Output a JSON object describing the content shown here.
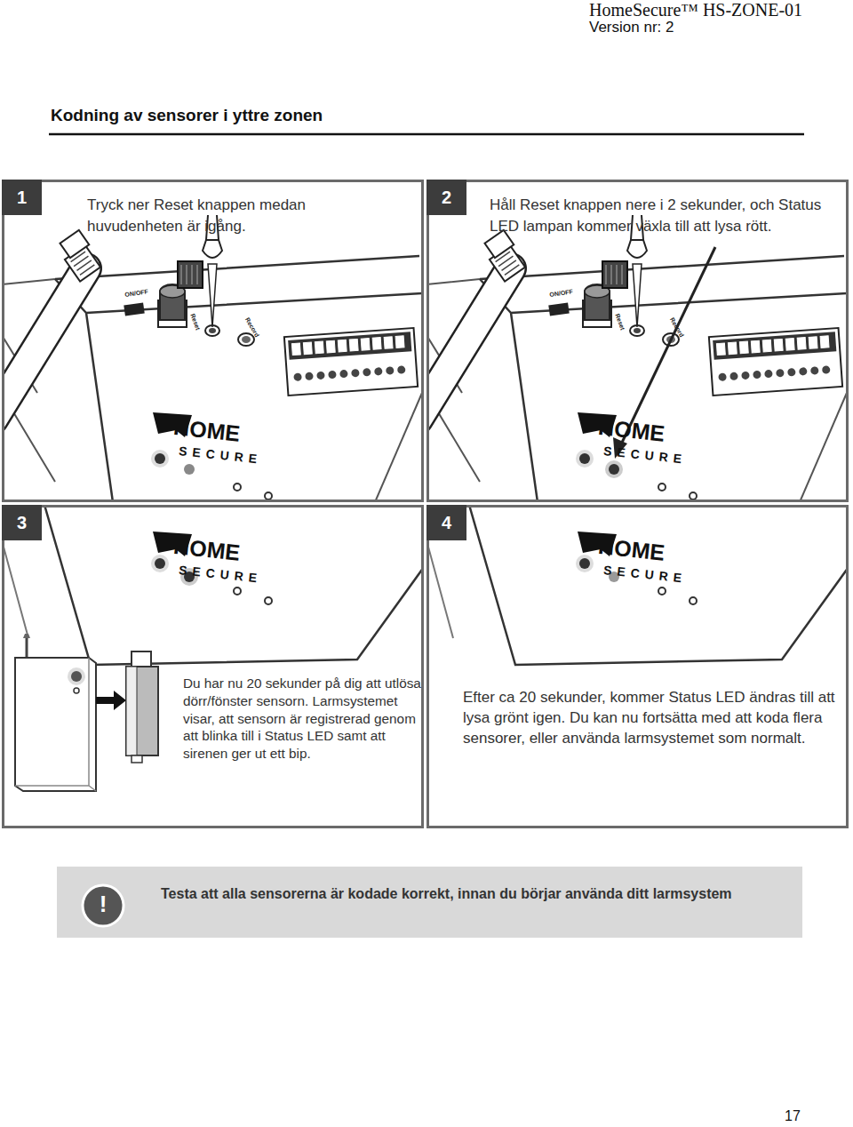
{
  "diagram": {
    "title": "Kodning av sensorer i yttre zonen",
    "nodes": [
      {
        "text": [
          "1",
          "Tryck ner Reset knappen medan huvudenheten är igång."
        ]
      },
      {
        "text": [
          "2",
          "Håll Reset knappen nere i 2 sekunder, och Status LED lampan kommer växla till att lysa rött."
        ]
      },
      {
        "text": [
          "3",
          "Du har nu 20 sekunder på dig att utlösa dörr/fönster sensorn. Larmsystemet visar, att sensorn är registrerad genom att blinka till i Status LED samt att sirenen ger ut ett bip."
        ]
      },
      {
        "text": [
          "4",
          "Efter ca 20 sekunder, kommer Status LED ändras till att lysa grönt igen. Du kan nu fortsätta med att koda flera sensorer, eller använda larmsystemet som normalt."
        ]
      },
      {
        "text": [
          "Testa att alla sensorerna är kodade korrekt, innan du börjar använda ditt larmsystem"
        ]
      }
    ],
    "labels": [
      "HomeSecure™ HS-ZONE-01",
      "Version nr: 2",
      "ON/OFF",
      "Reset",
      "Record",
      "HOME",
      "SECURE",
      "ON/OFF",
      "Reset",
      "Record",
      "HOME",
      "SECURE",
      "HOME",
      "SECURE",
      "HOME",
      "SECURE",
      "!",
      "17"
    ]
  }
}
